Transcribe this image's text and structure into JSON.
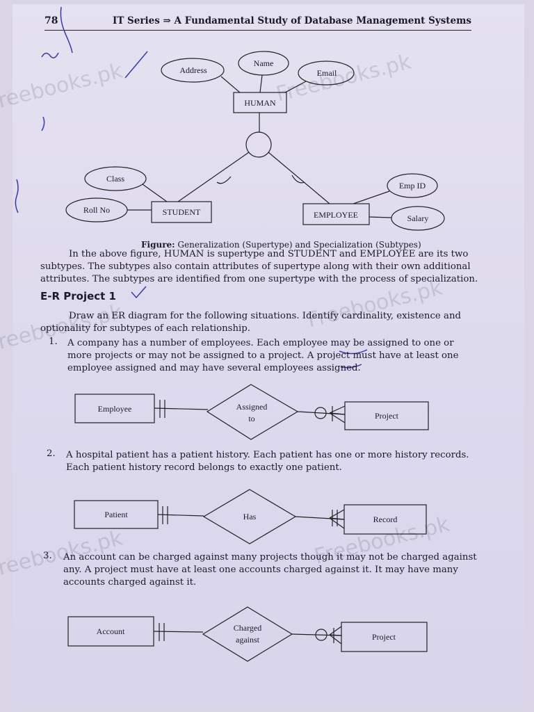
{
  "header": {
    "page_number": "78",
    "title": "IT Series ⇒ A Fundamental Study of Database Management Systems"
  },
  "watermark": "Freebooks.pk",
  "figure1": {
    "attributes_top": [
      "Address",
      "Name",
      "Email"
    ],
    "supertype": "HUMAN",
    "student": "STUDENT",
    "student_attrs": [
      "Class",
      "Roll No"
    ],
    "employee": "EMPLOYEE",
    "employee_attrs": [
      "Emp ID",
      "Salary"
    ],
    "caption_label": "Figure:",
    "caption_text": " Generalization (Supertype) and Specialization (Subtypes)"
  },
  "para1": [
    "In the above figure, HUMAN is supertype and STUDENT and EMPLOYEE are its two",
    "subtypes. The subtypes also contain attributes of supertype along with their own additional",
    "attributes. The subtypes are identified from one supertype with the process of specialization."
  ],
  "project": {
    "heading": "E-R Project 1",
    "intro": [
      "Draw an ER diagram for the following situations. Identify cardinality, existence and",
      "optionality for subtypes of each relationship."
    ]
  },
  "items": [
    {
      "number": "1.",
      "lines": [
        "A company has a number of employees. Each employee may be assigned to one or",
        "more projects or may not be assigned to a project. A project must have at least one",
        "employee assigned and may have several employees assigned."
      ],
      "diagram": {
        "left": "Employee",
        "relation_1": "Assigned",
        "relation_2": "to",
        "right": "Project"
      }
    },
    {
      "number": "2.",
      "lines": [
        "A hospital patient has a patient history. Each patient has one or more history records.",
        "Each patient history record belongs to exactly one patient."
      ],
      "diagram": {
        "left": "Patient",
        "relation_1": "Has",
        "relation_2": "",
        "right": "Record"
      }
    },
    {
      "number": "3.",
      "lines": [
        "An account can be charged against many projects though it may not be charged against",
        "any. A project must have at least one accounts charged against it. It may have many",
        "accounts charged against it."
      ],
      "diagram": {
        "left": "Account",
        "relation_1": "Charged",
        "relation_2": "against",
        "right": "Project"
      }
    }
  ]
}
